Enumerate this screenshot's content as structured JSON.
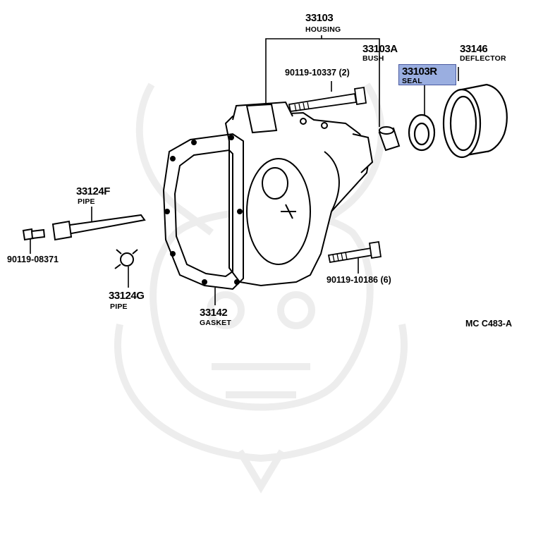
{
  "parts": {
    "housing": {
      "number": "33103",
      "name": "HOUSING"
    },
    "bush": {
      "number": "33103A",
      "name": "BUSH"
    },
    "deflector": {
      "number": "33146",
      "name": "DEFLECTOR"
    },
    "seal": {
      "number": "33103R",
      "name": "SEAL",
      "highlight_color": "#9aaee0"
    },
    "bolt_upper": {
      "number": "90119-10337 (2)"
    },
    "pipe_f": {
      "number": "33124F",
      "name": "PIPE"
    },
    "plug": {
      "number": "90119-08371"
    },
    "pipe_g": {
      "number": "33124G",
      "name": "PIPE"
    },
    "gasket": {
      "number": "33142",
      "name": "GASKET"
    },
    "bolt_lower": {
      "number": "90119-10186 (6)"
    }
  },
  "diagram_code": "MC  C483-A"
}
